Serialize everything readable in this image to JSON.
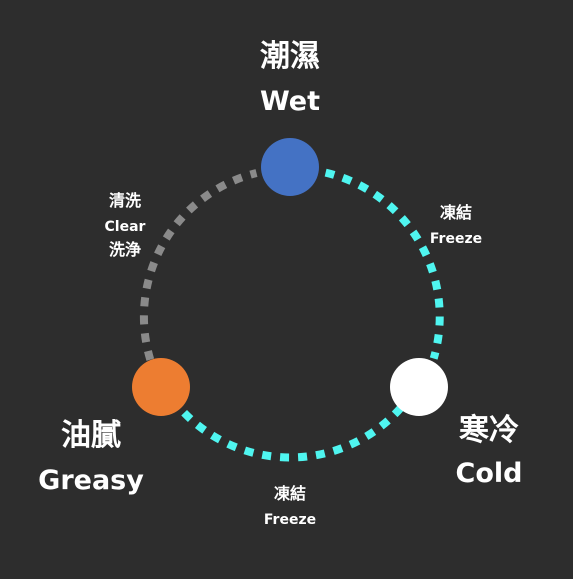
{
  "colors": {
    "background": "#2d2d2d",
    "freeze_link": "#4ff5f0",
    "clean_link": "#8a8a8a",
    "text": "#ffffff"
  },
  "nodes": {
    "wet": {
      "cn": "潮濕",
      "en": "Wet",
      "color": "#4472c4"
    },
    "cold": {
      "cn": "寒冷",
      "en": "Cold",
      "color": "#ffffff"
    },
    "greasy": {
      "cn": "油膩",
      "en": "Greasy",
      "color": "#ed7d31"
    }
  },
  "edges": {
    "wet_to_cold": {
      "cn": "凍結",
      "en": "Freeze"
    },
    "cold_to_greasy": {
      "cn": "凍結",
      "en": "Freeze"
    },
    "greasy_to_wet": {
      "cn_top": "清洗",
      "en": "Clear",
      "cn_bottom": "洗浄"
    }
  }
}
